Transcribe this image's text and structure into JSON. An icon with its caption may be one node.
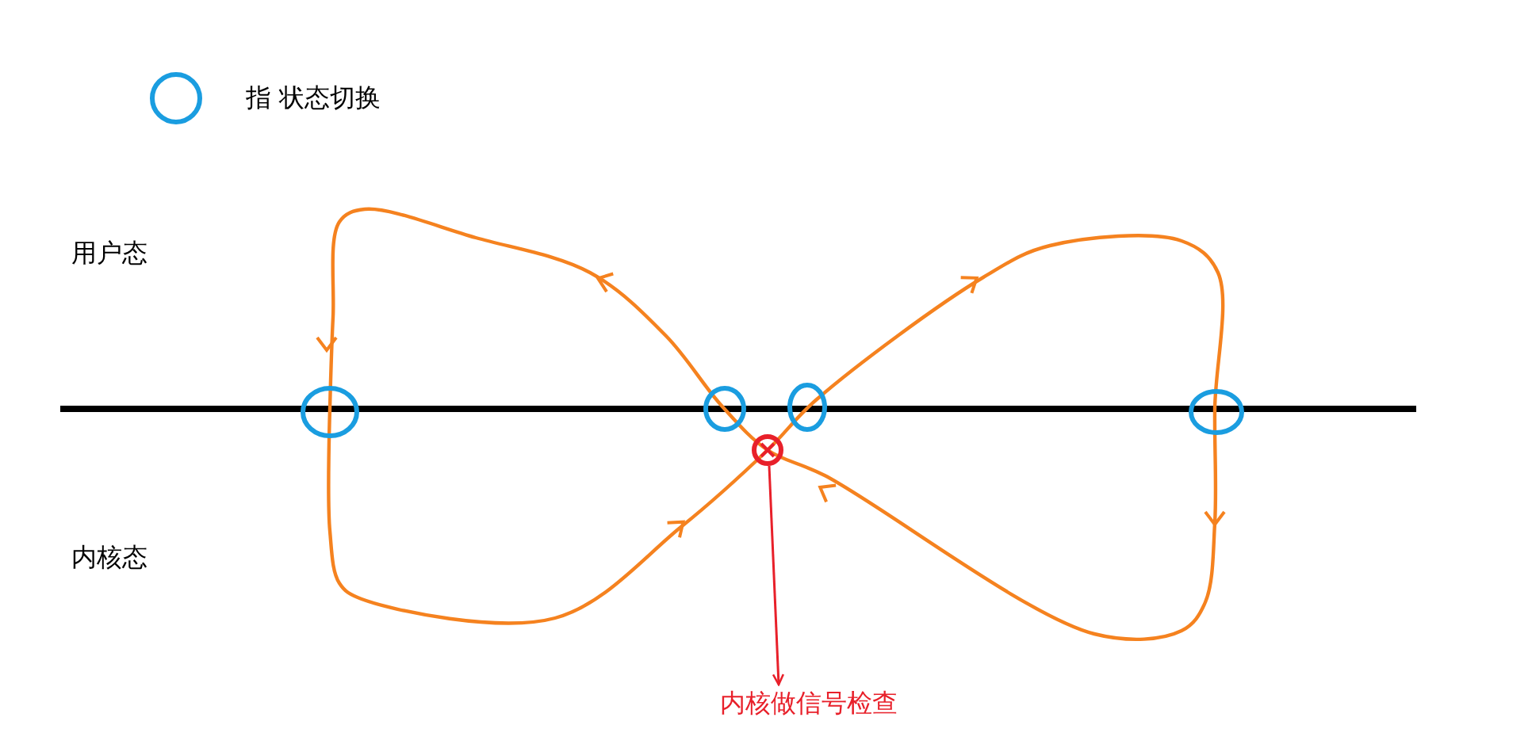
{
  "diagram": {
    "nodes": [
      {
        "text": [],
        "shape": "circle"
      },
      {
        "text": [
          "内核做信号检查"
        ]
      }
    ],
    "edges": [
      {
        "from": 0,
        "to": 1,
        "arrow": "to",
        "color": "#e8202a"
      }
    ],
    "labels": [
      "用户态",
      "内核态"
    ],
    "legend": [
      {
        "text": "指 状态切换"
      }
    ]
  }
}
